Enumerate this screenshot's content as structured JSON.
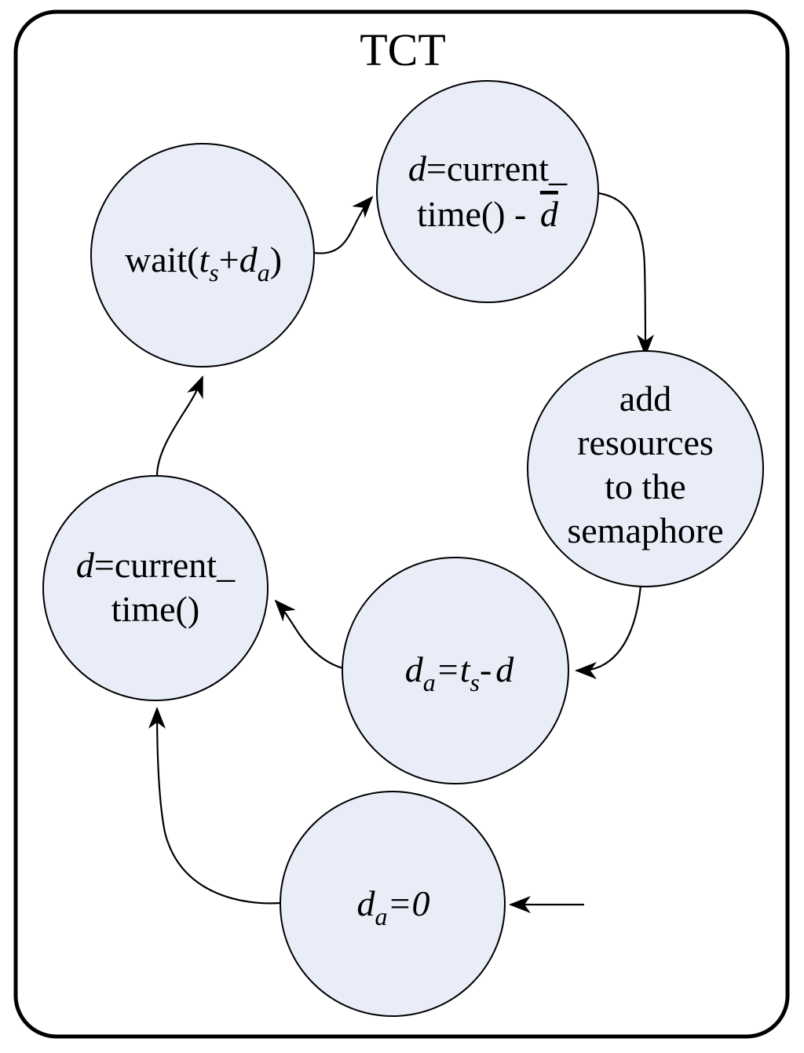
{
  "title": "TCT",
  "colors": {
    "background": "#ffffff",
    "node_fill": "#e8edf8",
    "node_stroke": "#000000",
    "line": "#000000"
  },
  "nodes": [
    {
      "id": "d-current-time-minus-dbar",
      "label": "d=current_ time() - d̄",
      "lines": [
        {
          "parts": [
            "d",
            "=current_"
          ]
        },
        {
          "parts": [
            "time() - ",
            "d"
          ]
        }
      ]
    },
    {
      "id": "wait-ts-da",
      "label": "wait(ts+da)",
      "lines": [
        {
          "parts": [
            "wait(",
            "t",
            "s",
            "+",
            "d",
            "a",
            ")"
          ]
        }
      ]
    },
    {
      "id": "add-resources",
      "label": "add resources to the semaphore",
      "lines": [
        {
          "parts": [
            "add"
          ]
        },
        {
          "parts": [
            "resources"
          ]
        },
        {
          "parts": [
            "to the"
          ]
        },
        {
          "parts": [
            "semaphore"
          ]
        }
      ]
    },
    {
      "id": "da-equals-ts-minus-d",
      "label": "da=ts-d",
      "lines": [
        {
          "parts": [
            "d",
            "a",
            "=",
            "t",
            "s",
            "-",
            "d"
          ]
        }
      ]
    },
    {
      "id": "d-current-time",
      "label": "d=current_ time()",
      "lines": [
        {
          "parts": [
            "d",
            "=current_"
          ]
        },
        {
          "parts": [
            "time()"
          ]
        }
      ]
    },
    {
      "id": "da-equals-0",
      "label": "da=0",
      "lines": [
        {
          "parts": [
            "d",
            "a",
            "=0"
          ]
        }
      ]
    }
  ],
  "edges": [
    {
      "from": "start",
      "to": "da-equals-0"
    },
    {
      "from": "da-equals-0",
      "to": "d-current-time"
    },
    {
      "from": "d-current-time",
      "to": "wait-ts-da"
    },
    {
      "from": "wait-ts-da",
      "to": "d-current-time-minus-dbar"
    },
    {
      "from": "d-current-time-minus-dbar",
      "to": "add-resources"
    },
    {
      "from": "add-resources",
      "to": "da-equals-ts-minus-d"
    },
    {
      "from": "da-equals-ts-minus-d",
      "to": "d-current-time"
    }
  ]
}
